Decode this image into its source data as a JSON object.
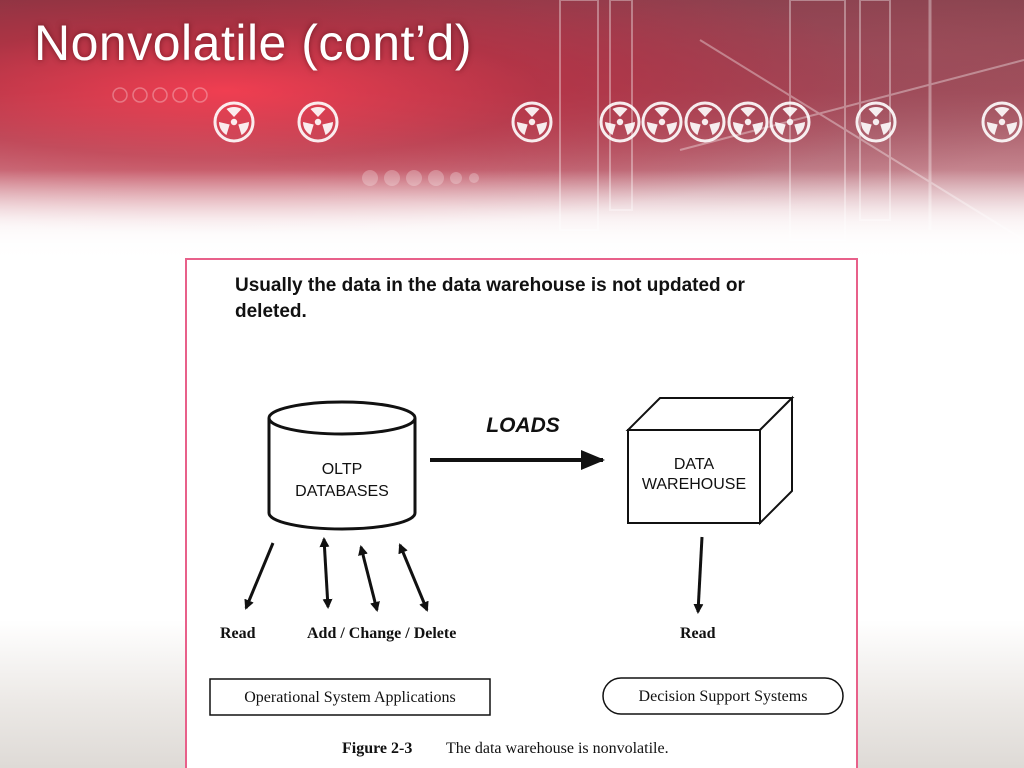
{
  "slide": {
    "title": "Nonvolatile (cont’d)"
  },
  "figure": {
    "lead_text": "Usually the data in the data warehouse is not updated or deleted.",
    "oltp_label_line1": "OLTP",
    "oltp_label_line2": "DATABASES",
    "loads_label": "LOADS",
    "warehouse_label_line1": "DATA",
    "warehouse_label_line2": "WAREHOUSE",
    "read_left": "Read",
    "add_change_delete": "Add / Change / Delete",
    "read_right": "Read",
    "operational_box": "Operational System Applications",
    "decision_box": "Decision Support  Systems",
    "caption_number": "Figure 2-3",
    "caption_text": "The data warehouse is nonvolatile."
  },
  "colors": {
    "figure_border": "#e8608a",
    "banner_red": "#d83a4e"
  }
}
